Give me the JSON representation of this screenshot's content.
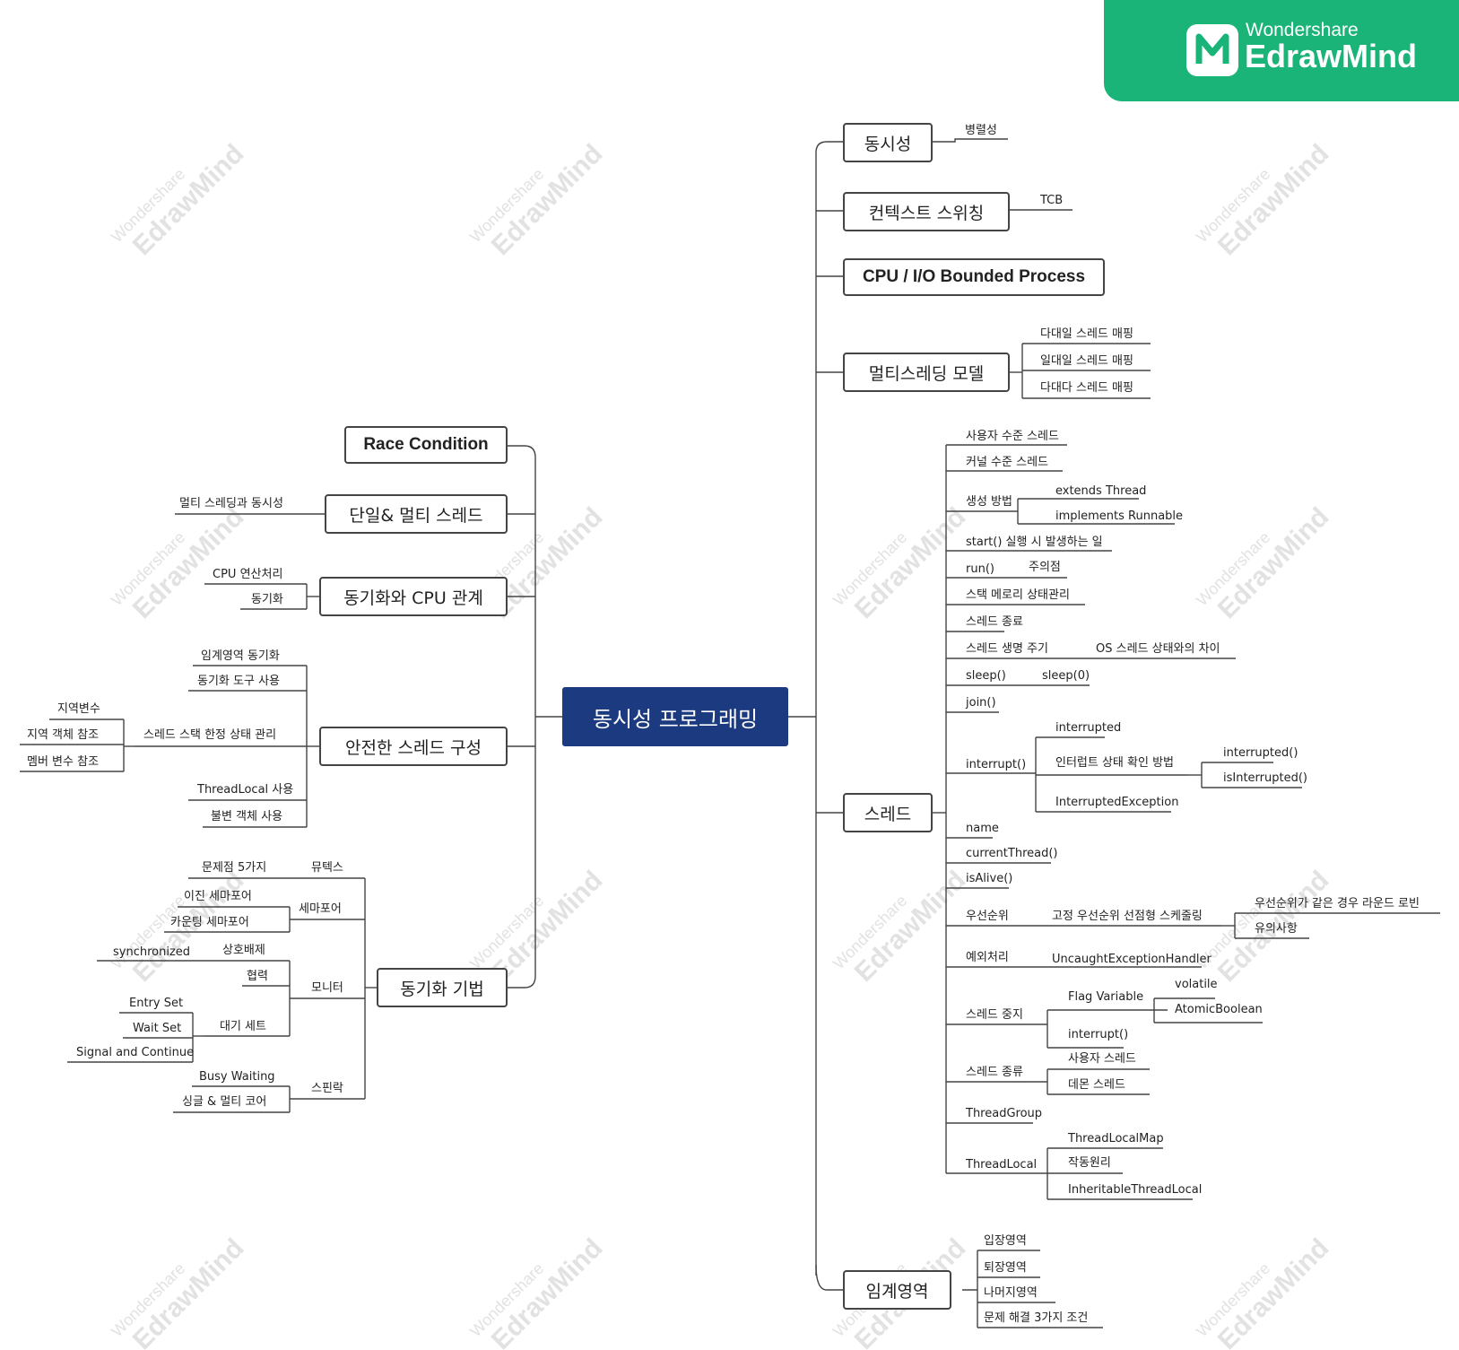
{
  "center": "동시성 프로그래밍",
  "logo": {
    "brand": "Wondershare",
    "product": "EdrawMind",
    "icon": "edrawmind-logo-icon"
  },
  "watermark": {
    "brand": "Wondershare",
    "product": "EdrawMind"
  },
  "right": {
    "concurrency": {
      "label": "동시성",
      "children": [
        "병렬성"
      ]
    },
    "context_switching": {
      "label": "컨텍스트 스위칭",
      "children": [
        "TCB"
      ]
    },
    "cpu_io": {
      "label": "CPU / I/O Bounded Process"
    },
    "multithreading_model": {
      "label": "멀티스레딩 모델",
      "children": [
        "다대일 스레드 매핑",
        "일대일 스레드 매핑",
        "다대다 스레드 매핑"
      ]
    },
    "thread": {
      "label": "스레드",
      "user_thread": "사용자 수준 스레드",
      "kernel_thread": "커널 수준 스레드",
      "creation": {
        "label": "생성 방법",
        "children": [
          "extends Thread",
          "implements Runnable"
        ]
      },
      "start": "start() 실행 시 발생하는 일",
      "run": {
        "label": "run()",
        "child": "주의점"
      },
      "stack": "스택 메로리 상태관리",
      "termination": "스레드 종료",
      "lifecycle": {
        "label": "스레드 생명 주기",
        "child": "OS 스레드 상태와의 차이"
      },
      "sleep": {
        "label": "sleep()",
        "child": "sleep(0)"
      },
      "join": "join()",
      "interrupt": {
        "label": "interrupt()",
        "interrupted": "interrupted",
        "check": {
          "label": "인터럽트 상태 확인 방법",
          "children": [
            "interrupted()",
            "isInterrupted()"
          ]
        },
        "exception": "InterruptedException"
      },
      "name": "name",
      "current_thread": "currentThread()",
      "is_alive": "isAlive()",
      "priority": {
        "label": "우선순위",
        "child": "고정 우선순위 선점형 스케줄링",
        "grandchildren": [
          "우선순위가 같은 경우 라운드 로빈",
          "유의사항"
        ]
      },
      "exception_handling": {
        "label": "예외처리",
        "child": "UncaughtExceptionHandler"
      },
      "stopping": {
        "label": "스레드 중지",
        "flag": "Flag Variable",
        "flag_children": [
          "volatile",
          "AtomicBoolean"
        ],
        "interrupt": "interrupt()"
      },
      "kinds": {
        "label": "스레드 종류",
        "children": [
          "사용자 스레드",
          "데몬 스레드"
        ]
      },
      "thread_group": "ThreadGroup",
      "thread_local": {
        "label": "ThreadLocal",
        "children": [
          "ThreadLocalMap",
          "작동원리",
          "InheritableThreadLocal"
        ]
      }
    },
    "critical_section": {
      "label": "임계영역",
      "children": [
        "입장영역",
        "퇴장영역",
        "나머지영역",
        "문제 해결 3가지 조건"
      ]
    }
  },
  "left": {
    "race_condition": {
      "label": "Race Condition"
    },
    "single_multi": {
      "label": "단일& 멀티 스레드",
      "children": [
        "멀티 스레딩과 동시성"
      ]
    },
    "sync_cpu": {
      "label": "동기화와 CPU 관계",
      "children": [
        "CPU 연산처리",
        "동기화"
      ]
    },
    "safe_thread": {
      "label": "안전한 스레드 구성",
      "children": [
        "임계영역 동기화",
        "동기화 도구 사용",
        "스레드 스택 한정 상태 관리",
        "ThreadLocal 사용",
        "불변 객체 사용"
      ],
      "stack_children": [
        "지역변수",
        "지역 객체 참조",
        "멤버 변수 참조"
      ]
    },
    "sync_tech": {
      "label": "동기화 기법",
      "mutex": {
        "label": "뮤텍스",
        "child": "문제점 5가지"
      },
      "semaphore": {
        "label": "세마포어",
        "children": [
          "이진 세마포어",
          "카운팅 세마포어"
        ]
      },
      "monitor": {
        "label": "모니터",
        "mutual_exclusion": {
          "label": "상호배제",
          "child": "synchronized"
        },
        "cooperation": "협력",
        "wait_set": {
          "label": "대기 세트",
          "children": [
            "Entry Set",
            "Wait Set",
            "Signal and Continue"
          ]
        }
      },
      "spinlock": {
        "label": "스핀락",
        "children": [
          "Busy Waiting",
          "싱글 & 멀티 코어"
        ]
      }
    }
  }
}
